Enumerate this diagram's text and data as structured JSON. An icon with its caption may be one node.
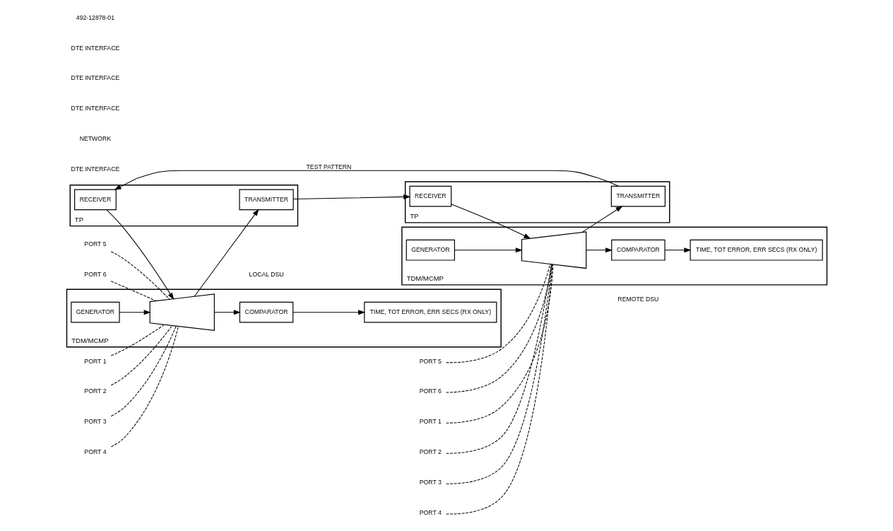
{
  "diagram": {
    "nodes": [
      {
        "text": [
          "TP"
        ]
      },
      {
        "text": [
          "RECEIVER"
        ],
        "in": 0
      },
      {
        "text": [
          "TRANSMITTER"
        ],
        "in": 0
      },
      {
        "text": [
          "TP"
        ]
      },
      {
        "text": [
          "TRANSMITTER"
        ],
        "in": 3
      },
      {
        "text": [
          "RECEIVER"
        ],
        "in": 3
      },
      {
        "text": [
          "TDM/MCMP"
        ],
        "beside": [
          "LOCAL DSU"
        ]
      },
      {
        "text": [],
        "shape": "trapezoid",
        "in": 6
      },
      {
        "text": [
          "COMPARATOR"
        ],
        "in": 6
      },
      {
        "text": [
          "GENERATOR"
        ],
        "in": 6
      },
      {
        "text": [
          "TDM/MCMP"
        ],
        "beside": [
          "REMOTE DSU"
        ]
      },
      {
        "text": [],
        "shape": "trapezoid",
        "in": 10
      },
      {
        "text": [
          "GENERATOR"
        ],
        "in": 10
      },
      {
        "text": [
          "COMPARATOR"
        ],
        "in": 10
      },
      {
        "text": [
          "PORT 1"
        ]
      },
      {
        "text": [
          "PORT 2"
        ]
      },
      {
        "text": [
          "PORT 3"
        ]
      },
      {
        "text": [
          "PORT 4"
        ]
      },
      {
        "text": [
          "PORT 5"
        ]
      },
      {
        "text": [
          "PORT 6"
        ]
      },
      {
        "text": [
          "TIME, TOT ERROR, ERR SECS (RX ONLY)"
        ],
        "in": 6
      },
      {
        "text": [
          "PORT 1"
        ]
      },
      {
        "text": [
          "PORT 2"
        ]
      },
      {
        "text": [
          "PORT 3"
        ]
      },
      {
        "text": [
          "PORT 4"
        ]
      },
      {
        "text": [
          "PORT 5"
        ]
      },
      {
        "text": [
          "PORT 6"
        ]
      },
      {
        "text": [
          "TIME, TOT ERROR, ERR SECS (RX ONLY)"
        ],
        "in": 10
      }
    ],
    "edges": [
      {
        "from": 4,
        "to": 1,
        "arrow": "to",
        "label": "TEST PATTERN"
      },
      {
        "from": 2,
        "to": 5,
        "arrow": "to"
      },
      {
        "from": 1,
        "to": 7,
        "arrow": "to"
      },
      {
        "from": 7,
        "to": 2,
        "arrow": "to"
      },
      {
        "from": 11,
        "to": 4,
        "arrow": "to"
      },
      {
        "from": 5,
        "to": 11,
        "arrow": "to"
      },
      {
        "from": 7,
        "to": 8,
        "arrow": "to"
      },
      {
        "from": 9,
        "to": 7,
        "arrow": "to"
      },
      {
        "from": 8,
        "to": 20,
        "arrow": "to"
      },
      {
        "from": 12,
        "to": 11,
        "arrow": "to"
      },
      {
        "from": 11,
        "to": 13,
        "arrow": "to"
      },
      {
        "from": 13,
        "to": 27,
        "arrow": "to"
      },
      {
        "from": 14,
        "to": 7,
        "arrow": "none",
        "style": "dashed"
      },
      {
        "from": 15,
        "to": 7,
        "arrow": "none",
        "style": "dashed"
      },
      {
        "from": 16,
        "to": 7,
        "arrow": "none",
        "style": "dashed"
      },
      {
        "from": 17,
        "to": 7,
        "arrow": "none",
        "style": "dashed"
      },
      {
        "from": 18,
        "to": 7,
        "arrow": "none",
        "style": "dashed"
      },
      {
        "from": 19,
        "to": 7,
        "arrow": "none",
        "style": "dashed"
      },
      {
        "from": 21,
        "to": 11,
        "arrow": "none",
        "style": "dashed"
      },
      {
        "from": 22,
        "to": 11,
        "arrow": "none",
        "style": "dashed"
      },
      {
        "from": 23,
        "to": 11,
        "arrow": "none",
        "style": "dashed"
      },
      {
        "from": 24,
        "to": 11,
        "arrow": "none",
        "style": "dashed"
      },
      {
        "from": 25,
        "to": 11,
        "arrow": "none",
        "style": "dashed"
      },
      {
        "from": 26,
        "to": 11,
        "arrow": "none",
        "style": "dashed"
      }
    ],
    "labels": [
      "DTE INTERFACE",
      "NETWORK",
      "DTE INTERFACE",
      "DTE INTERFACE",
      "DTE INTERFACE",
      "492-12878-01"
    ]
  }
}
